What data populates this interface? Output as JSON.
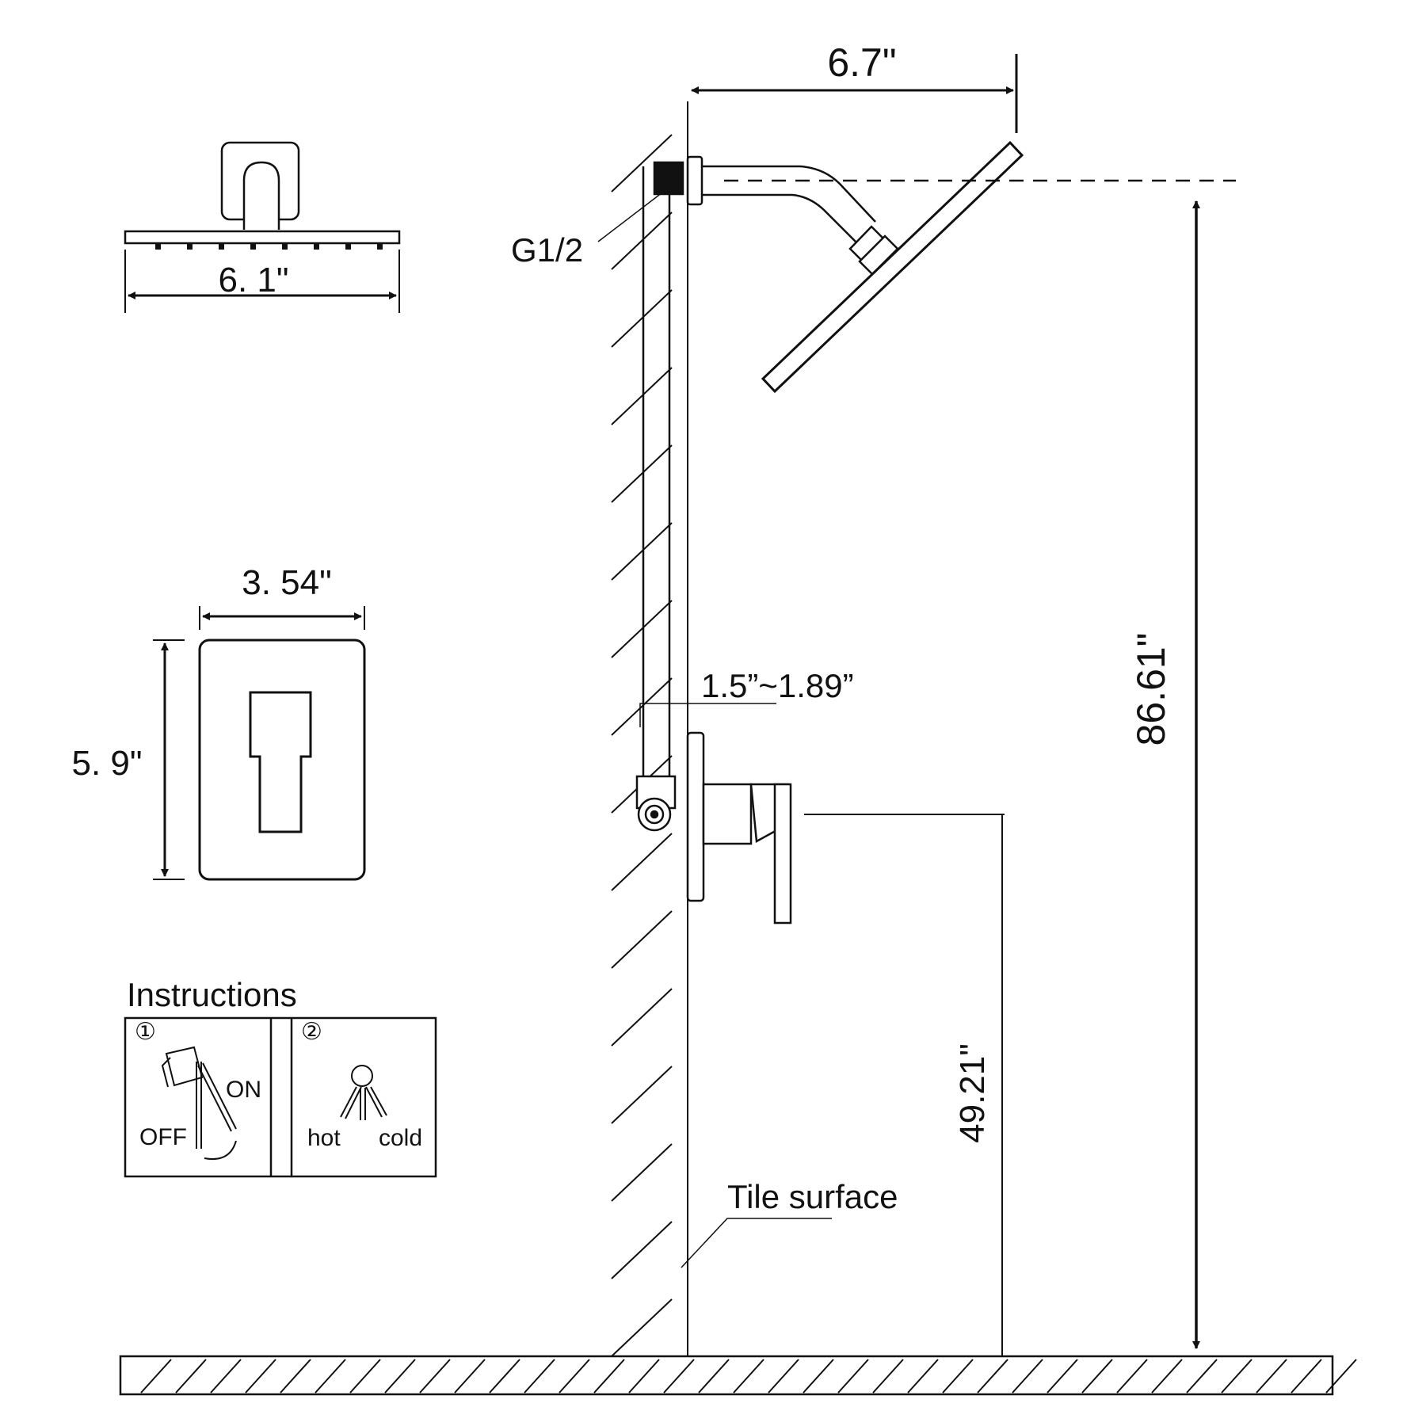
{
  "colors": {
    "ink": "#111111",
    "paper": "#ffffff"
  },
  "dimensions": {
    "arm_reach": "6.7\"",
    "head_width": "6. 1\"",
    "plate_width": "3. 54\"",
    "plate_height": "5. 9\"",
    "wall_depth": "1.5”~1.89”",
    "head_height": "86.61\"",
    "valve_height": "49.21\""
  },
  "labels": {
    "thread": "G1/2",
    "tile_surface": "Tile surface"
  },
  "instructions": {
    "title": "Instructions",
    "step1": {
      "marker": "①",
      "on": "ON",
      "off": "OFF"
    },
    "step2": {
      "marker": "②",
      "hot": "hot",
      "cold": "cold"
    }
  }
}
